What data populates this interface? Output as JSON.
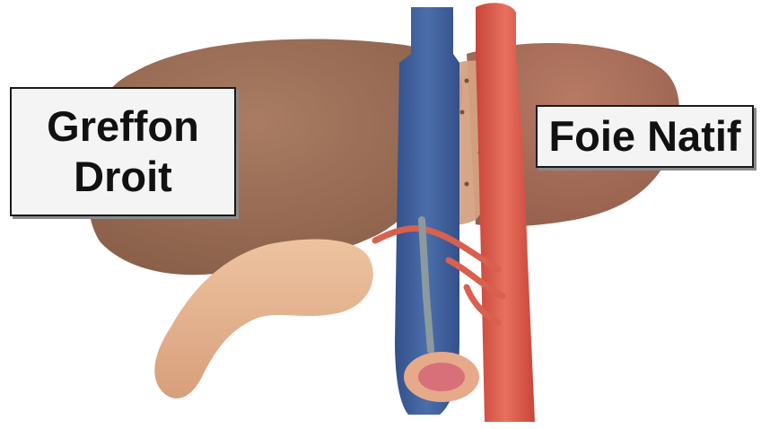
{
  "labels": {
    "graft": {
      "line1": "Greffon",
      "line2": "Droit"
    },
    "native": {
      "text": "Foie Natif"
    }
  },
  "colors": {
    "liver_graft": "#9c6f56",
    "liver_native": "#a66c58",
    "vena_cava": "#3d5e98",
    "aorta": "#dd5a4a",
    "bowel": "#e6b18c",
    "cut_surface": "#d9a788"
  }
}
